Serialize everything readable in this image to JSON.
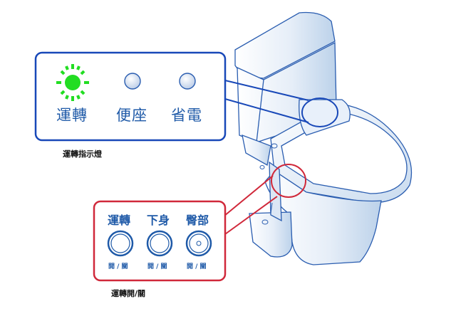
{
  "indicator_panel": {
    "lights": [
      {
        "label": "運轉",
        "state": "on",
        "color": "#22dd22"
      },
      {
        "label": "便座",
        "state": "off",
        "color": "#dde6f3"
      },
      {
        "label": "省電",
        "state": "off",
        "color": "#dde6f3"
      }
    ],
    "caption": "運轉指示燈"
  },
  "switch_panel": {
    "buttons": [
      {
        "label": "運轉",
        "onoff": "開 / 關"
      },
      {
        "label": "下身",
        "onoff": "開 / 關"
      },
      {
        "label": "臀部",
        "onoff": "開 / 關"
      }
    ],
    "caption": "運轉開/關"
  },
  "colors": {
    "panel_blue": "#1848b8",
    "panel_red": "#d0283a",
    "outline": "#2a5db0",
    "toilet_shade": "#cfe0f2"
  }
}
